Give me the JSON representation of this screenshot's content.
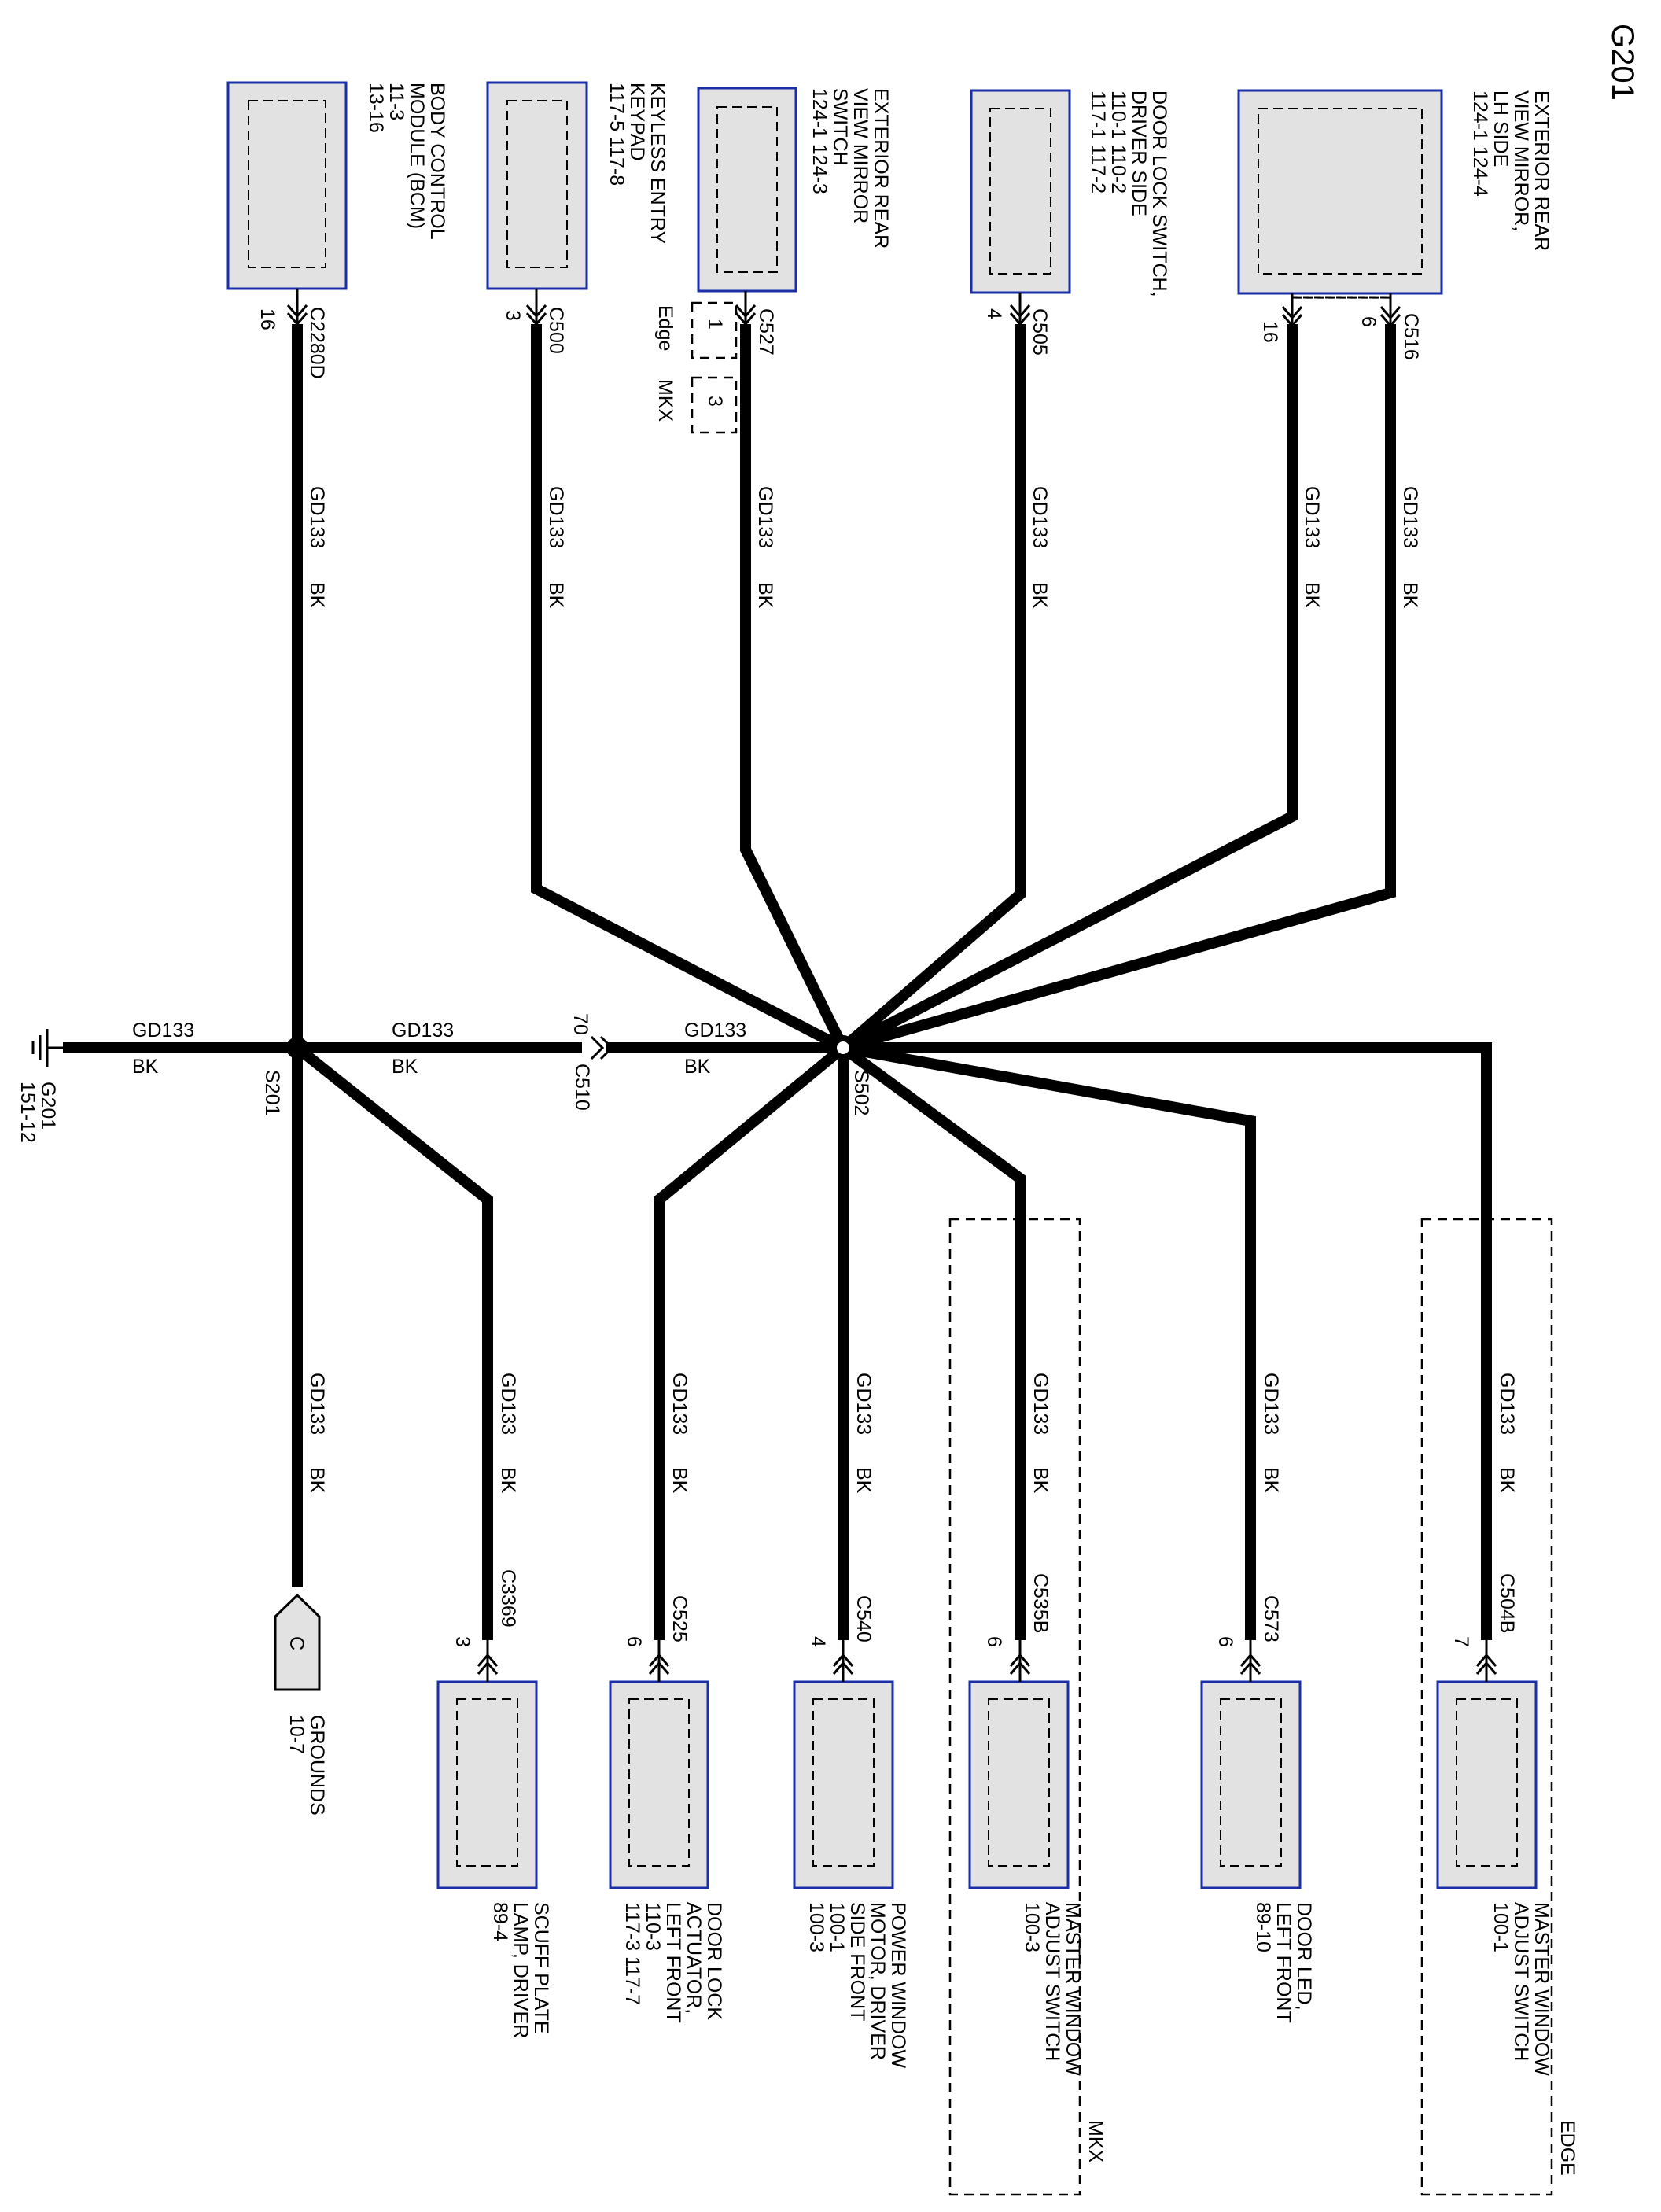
{
  "title": "G201",
  "circuit": "GD133",
  "color": "BK",
  "splices": {
    "s201": "S201",
    "s502": "S502"
  },
  "ground": {
    "name": "G201",
    "ref": "151-12"
  },
  "inline_connector": {
    "name": "C510",
    "pin": "70"
  },
  "grounds_ref": {
    "letter": "C",
    "label": "GROUNDS",
    "ref": "10-7"
  },
  "tags": {
    "edge": "Edge",
    "mkx": "MKX",
    "pin1": "1",
    "pin3": "3",
    "mkx_group": "MKX",
    "edge_group": "EDGE"
  },
  "top_components": [
    {
      "lines": [
        "BODY CONTROL",
        "MODULE (BCM)",
        "11-3",
        "13-16"
      ],
      "connector": "C2280D",
      "pin": "16"
    },
    {
      "lines": [
        "KEYLESS ENTRY",
        "KEYPAD",
        "117-5     117-8"
      ],
      "connector": "C500",
      "pin": "3"
    },
    {
      "lines": [
        "EXTERIOR REAR",
        "VIEW MIRROR",
        "SWITCH",
        "124-1     124-3"
      ],
      "connector": "C527",
      "pin": ""
    },
    {
      "lines": [
        "DOOR LOCK SWITCH,",
        "DRIVER SIDE",
        "110-1     110-2",
        "117-1     117-2"
      ],
      "connector": "C505",
      "pin": "4"
    },
    {
      "lines": [
        "EXTERIOR REAR",
        "VIEW MIRROR,",
        "LH SIDE",
        "124-1     124-4"
      ],
      "connector": "C516",
      "pin": "6",
      "pin2": "16"
    }
  ],
  "bottom_components": [
    {
      "lines": [
        "SCUFF PLATE",
        "LAMP, DRIVER",
        "89-4"
      ],
      "connector": "C3369",
      "pin": "3"
    },
    {
      "lines": [
        "DOOR LOCK",
        "ACTUATOR,",
        "LEFT FRONT",
        "110-3",
        "117-3     117-7"
      ],
      "connector": "C525",
      "pin": "6"
    },
    {
      "lines": [
        "POWER WINDOW",
        "MOTOR, DRIVER",
        "SIDE FRONT",
        "100-1",
        "100-3"
      ],
      "connector": "C540",
      "pin": "4"
    },
    {
      "lines": [
        "MASTER WINDOW",
        "ADJUST SWITCH",
        "100-3"
      ],
      "connector": "C535B",
      "pin": "6"
    },
    {
      "lines": [
        "DOOR LED,",
        "LEFT FRONT",
        "89-10"
      ],
      "connector": "C573",
      "pin": "6"
    },
    {
      "lines": [
        "MASTER WINDOW",
        "ADJUST SWITCH",
        "100-1"
      ],
      "connector": "C504B",
      "pin": "7"
    }
  ]
}
